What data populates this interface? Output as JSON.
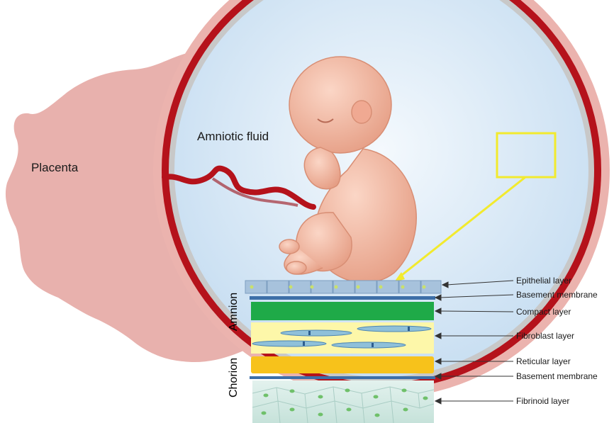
{
  "labels": {
    "placenta": "Placenta",
    "amniotic_fluid": "Amniotic fluid",
    "amnion": "Amnion",
    "chorion": "Chorion"
  },
  "layers": [
    "Epithelial layer",
    "Basement membrane",
    "Compact layer",
    "Fibroblast layer",
    "Reticular layer",
    "Basement membrane",
    "Fibrinoid layer"
  ],
  "colors": {
    "placenta": "#e8b1ad",
    "uterine_wall": "#b5121b",
    "amniotic_fluid": "#dbeaf7",
    "highlight_box": "#f2ea2e",
    "epithelial": "#9fbcd6",
    "basement_membrane": "#3d6fa8",
    "compact": "#1faa48",
    "fibroblast": "#fdf7a9",
    "fibroblast_cell": "#8fc0d9",
    "reticular": "#f7c21b",
    "fibrinoid": "#d5ebe5",
    "fetus": "#f2b9a3"
  }
}
